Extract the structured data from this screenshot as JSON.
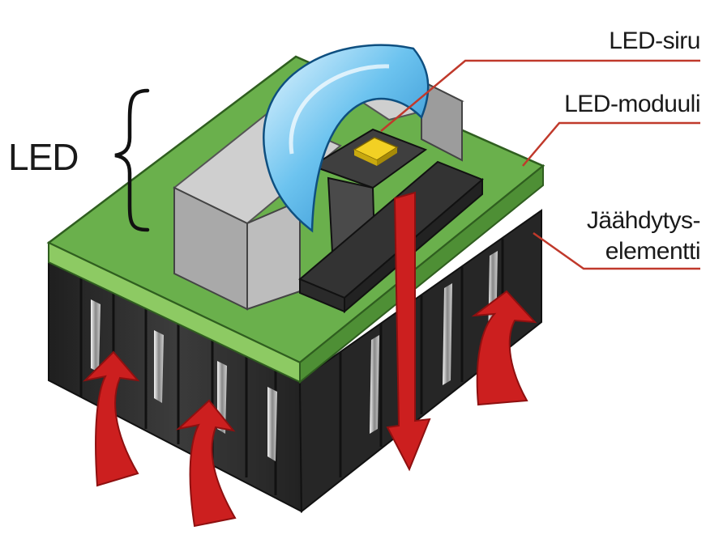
{
  "labels": {
    "led": "LED",
    "chip": "LED-siru",
    "module": "LED-moduuli",
    "heatsink_line1": "Jäähdytys-",
    "heatsink_line2": "elementti"
  },
  "colors": {
    "board_green": "#6ab04c",
    "heatsink_dark": "#2b2b2b",
    "housing_grey": "#a9a9a9",
    "lens_blue": "#5fb6e6",
    "chip_yellow": "#f2d024",
    "airflow_red": "#cc1f1f",
    "leader_line": "#c0392b"
  }
}
